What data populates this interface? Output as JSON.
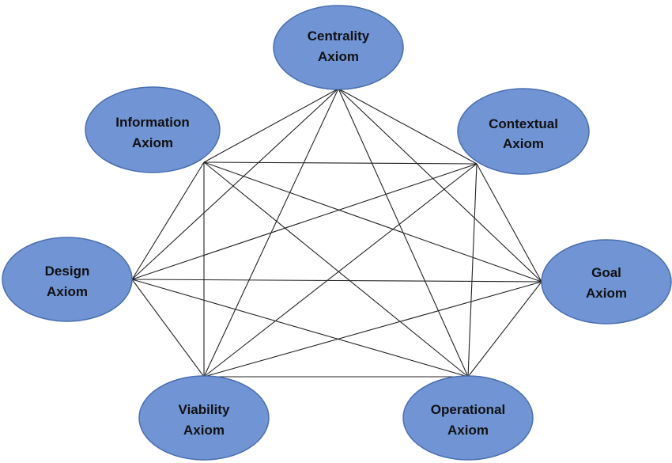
{
  "colors": {
    "node_fill": "#7094D4",
    "node_stroke": "#4A6FB0",
    "edge": "#222222",
    "text": "#111111"
  },
  "nodes": [
    {
      "id": "centrality",
      "line1": "Centrality",
      "line2": "Axiom"
    },
    {
      "id": "contextual",
      "line1": "Contextual",
      "line2": "Axiom"
    },
    {
      "id": "goal",
      "line1": "Goal",
      "line2": "Axiom"
    },
    {
      "id": "operational",
      "line1": "Operational",
      "line2": "Axiom"
    },
    {
      "id": "viability",
      "line1": "Viability",
      "line2": "Axiom"
    },
    {
      "id": "design",
      "line1": "Design",
      "line2": "Axiom"
    },
    {
      "id": "information",
      "line1": "Information",
      "line2": "Axiom"
    }
  ],
  "edges": "complete-graph"
}
